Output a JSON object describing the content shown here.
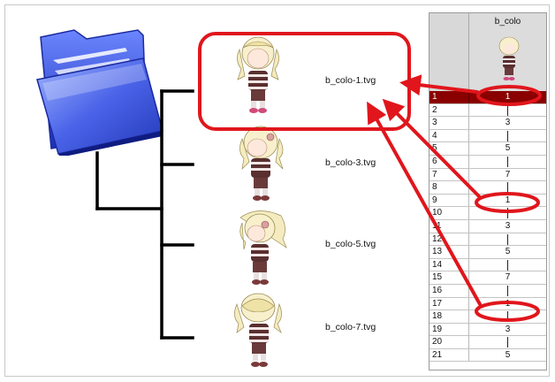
{
  "drawings": [
    {
      "filename": "b_colo-1.tvg"
    },
    {
      "filename": "b_colo-3.tvg"
    },
    {
      "filename": "b_colo-5.tvg"
    },
    {
      "filename": "b_colo-7.tvg"
    }
  ],
  "exposure_sheet": {
    "column_name": "b_colo",
    "rows": [
      {
        "frame": "1",
        "value": "1",
        "selected": true
      },
      {
        "frame": "2",
        "value": "",
        "bar": true
      },
      {
        "frame": "3",
        "value": "3"
      },
      {
        "frame": "4",
        "value": "",
        "bar": true
      },
      {
        "frame": "5",
        "value": "5"
      },
      {
        "frame": "6",
        "value": "",
        "bar": true
      },
      {
        "frame": "7",
        "value": "7"
      },
      {
        "frame": "8",
        "value": "",
        "bar": true
      },
      {
        "frame": "9",
        "value": "1"
      },
      {
        "frame": "10",
        "value": "",
        "bar": true
      },
      {
        "frame": "11",
        "value": "3"
      },
      {
        "frame": "12",
        "value": "",
        "bar": true
      },
      {
        "frame": "13",
        "value": "5"
      },
      {
        "frame": "14",
        "value": "",
        "bar": true
      },
      {
        "frame": "15",
        "value": "7"
      },
      {
        "frame": "16",
        "value": "",
        "bar": true
      },
      {
        "frame": "17",
        "value": "1"
      },
      {
        "frame": "18",
        "value": "",
        "bar": true
      },
      {
        "frame": "19",
        "value": "3"
      },
      {
        "frame": "20",
        "value": "",
        "bar": true
      },
      {
        "frame": "21",
        "value": "5"
      }
    ]
  },
  "colors": {
    "highlight": "#e0161c",
    "tree_line": "#000000",
    "folder_blue": "#3d55d8",
    "selected_row": "#8a0000"
  }
}
